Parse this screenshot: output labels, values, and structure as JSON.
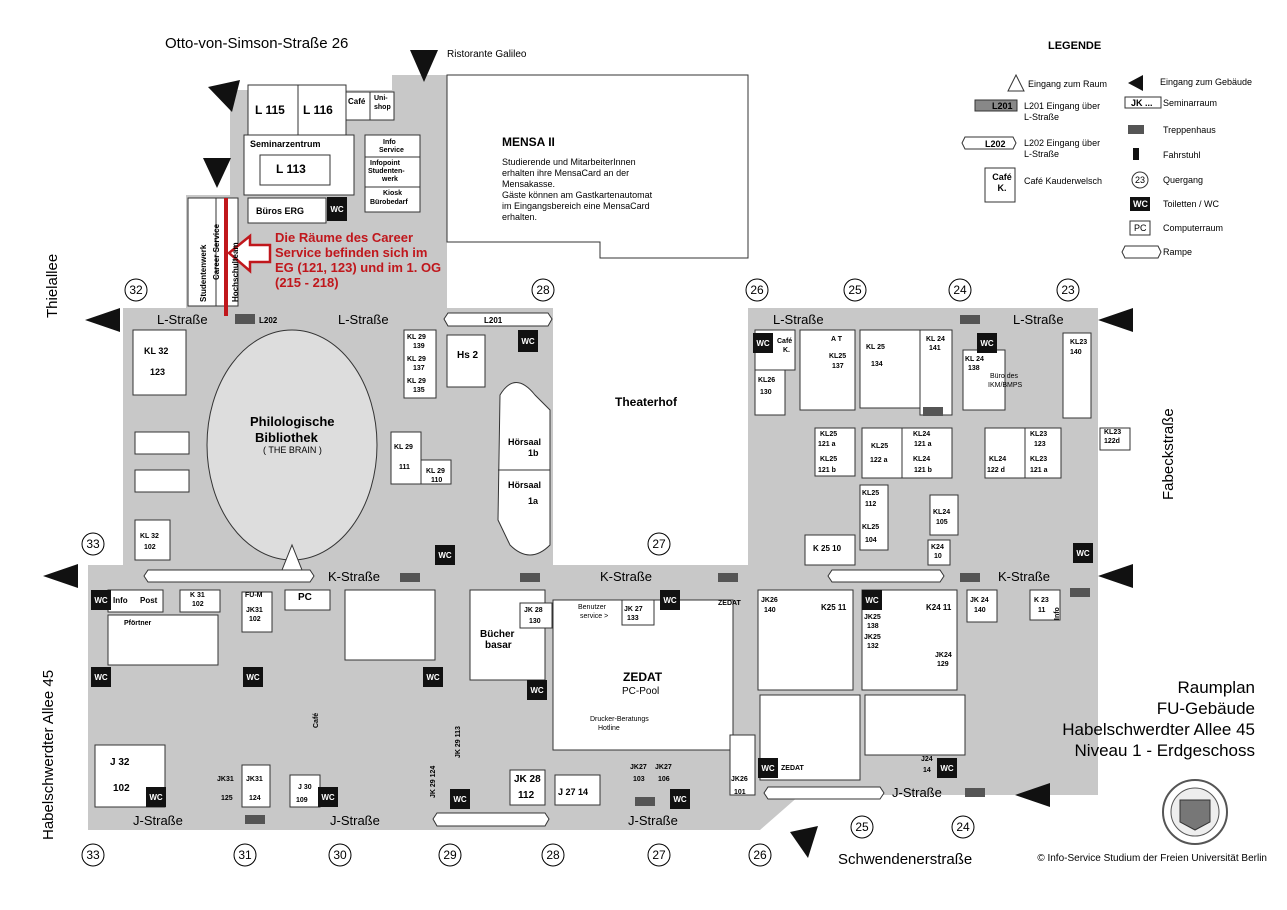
{
  "streets": {
    "top": "Otto-von-Simson-Straße 26",
    "restaurant": "Ristorante Galileo",
    "left_vertical": "Thielallee",
    "left_vertical_2": "Habelschwerdter Allee 45",
    "right_vertical": "Fabeckstraße",
    "bottom": "Schwendenerstraße",
    "l_strasse": "L-Straße",
    "k_strasse": "K-Straße",
    "j_strasse": "J-Straße"
  },
  "title": {
    "line1": "Raumplan",
    "line2": "FU-Gebäude",
    "line3": "Habelschwerdter Allee 45",
    "line4": "Niveau 1 - Erdgeschoss"
  },
  "note": {
    "line1": "Die Räume des Career",
    "line2": "Service befinden sich im",
    "line3": "EG (121, 123) und im 1. OG",
    "line4": "(215 - 218)"
  },
  "mensa": {
    "name": "MENSA II",
    "l1": "Studierende und MitarbeiterInnen",
    "l2": "erhalten ihre MensaCard an der",
    "l3": "Mensakasse.",
    "l4": "Gäste können am Gastkartenautomat",
    "l5": "im Eingangsbereich eine MensaCard",
    "l6": "erhalten."
  },
  "legend": {
    "title": "LEGENDE",
    "raum": "Eingang zum Raum",
    "gebaeude": "Eingang zum Gebäude",
    "l201_tag": "L201",
    "l201": "L201 Eingang über L-Straße",
    "l202_tag": "L202",
    "l202": "L202 Eingang über L-Straße",
    "seminar_tag": "JK ...",
    "seminar": "Seminarraum",
    "treppe": "Treppenhaus",
    "fahrstuhl": "Fahrstuhl",
    "cafe_tag": "Café K.",
    "cafe": "Café Kauderwelsch",
    "quergang_tag": "23",
    "quergang": "Quergang",
    "wc_tag": "WC",
    "wc": "Toiletten / WC",
    "pc_tag": "PC",
    "pc": "Computerraum",
    "rampe": "Rampe"
  },
  "copyright": "© Info-Service Studium der Freien Universität Berlin",
  "quergang_top": [
    "32",
    "28",
    "26",
    "25",
    "24",
    "23"
  ],
  "quergang_mid": [
    "33",
    "27"
  ],
  "quergang_bottom": [
    "33",
    "31",
    "30",
    "29",
    "28",
    "27",
    "26",
    "25",
    "24"
  ],
  "labels": {
    "l115": "L 115",
    "l116": "L 116",
    "cafe": "Café",
    "unishop1": "Uni-",
    "unishop2": "shop",
    "seminarzentrum": "Seminarzentrum",
    "l113": "L 113",
    "info1": "Info",
    "info2": "Service",
    "infopoint1": "Infopoint",
    "infopoint2": "Studenten-",
    "infopoint3": "werk",
    "kiosk1": "Kiosk",
    "kiosk2": "Bürobedarf",
    "bueros_erg": "Büros ERG",
    "studentenwerk": "Studentenwerk",
    "career": "Career Service",
    "hochschulteam": "Hochschulteam",
    "l202": "L202",
    "l201": "L201",
    "kl32_1": "KL 32",
    "kl32_2": "123",
    "phil1": "Philologische",
    "phil2": "Bibliothek",
    "phil3": "( THE BRAIN )",
    "kl29_139a": "KL 29",
    "kl29_139b": "139",
    "kl29_137a": "KL 29",
    "kl29_137b": "137",
    "kl29_135a": "KL 29",
    "kl29_135b": "135",
    "kl29_111a": "KL 29",
    "kl29_111b": "111",
    "kl29_110a": "KL 29",
    "kl29_110b": "110",
    "hs2": "Hs 2",
    "hs1b_1": "Hörsaal",
    "hs1b_2": "1b",
    "hs1a_1": "Hörsaal",
    "hs1a_2": "1a",
    "theaterhof": "Theaterhof",
    "kl32_102a": "KL 32",
    "kl32_102b": "102",
    "cafek1": "Café",
    "cafek2": "K.",
    "at": "A T",
    "kl25_137a": "KL25",
    "kl25_137b": "137",
    "kl25_134a": "KL 25",
    "kl25_134b": "134",
    "kl24_141a": "KL 24",
    "kl24_141b": "141",
    "kl24_138a": "KL 24",
    "kl24_138b": "138",
    "buero1": "Büro des",
    "buero2": "IKM/BMPS",
    "kl23_140a": "KL23",
    "kl23_140b": "140",
    "kl26_130a": "KL26",
    "kl26_130b": "130",
    "kl25_121a_1": "KL25",
    "kl25_121a_2": "121 a",
    "kl25_121b_1": "KL25",
    "kl25_121b_2": "121 b",
    "kl25_122a_1": "KL25",
    "kl25_122a_2": "122 a",
    "kl24_121a_1": "KL24",
    "kl24_121a_2": "121 a",
    "kl24_121b_1": "KL24",
    "kl24_121b_2": "121 b",
    "kl24_122d_1": "KL24",
    "kl24_122d_2": "122 d",
    "kl23_123a": "KL23",
    "kl23_123b": "123",
    "kl23_121a_1": "KL23",
    "kl23_121a_2": "121 a",
    "kl23_122d_1": "KL23",
    "kl23_122d_2": "122d",
    "kl25_112a": "KL25",
    "kl25_112b": "112",
    "kl25_104a": "KL25",
    "kl25_104b": "104",
    "kl24_105a": "KL24",
    "kl24_105b": "105",
    "k2510": "K 25 10",
    "k24_10a": "K24",
    "k24_10b": "10",
    "info": "Info",
    "post": "Post",
    "pfoertner": "Pförtner",
    "k31_102a": "K 31",
    "k31_102b": "102",
    "fum": "FU-M",
    "jk31_102a": "JK31",
    "jk31_102b": "102",
    "pc": "PC",
    "buecher1": "Bücher",
    "buecher2": "basar",
    "jk28_130a": "JK 28",
    "jk28_130b": "130",
    "benutzer1": "Benutzer",
    "benutzer2": "service >",
    "jk27_133a": "JK 27",
    "jk27_133b": "133",
    "zedat_small": "ZEDAT",
    "zedat": "ZEDAT",
    "pcpool": "PC-Pool",
    "drucker1": "Drucker-Beratungs",
    "drucker2": "Hotline",
    "jk26_140a": "JK26",
    "jk26_140b": "140",
    "k25_11": "K25 11",
    "jk25_138a": "JK25",
    "jk25_138b": "138",
    "jk25_132a": "JK25",
    "jk25_132b": "132",
    "k24_11": "K24 11",
    "jk24_129a": "JK24",
    "jk24_129b": "129",
    "jk24_140a": "JK 24",
    "jk24_140b": "140",
    "k23_11a": "K 23",
    "k23_11b": "11",
    "info_v": "Info",
    "j32a": "J 32",
    "j32b": "102",
    "jk31_125a": "JK31",
    "jk31_125b": "125",
    "jk31_124a": "JK31",
    "jk31_124b": "124",
    "cafe_v": "Café",
    "j30_109a": "J 30",
    "j30_109b": "109",
    "jk29_124": "JK 29 124",
    "jk29_113": "JK 29 113",
    "jk28_112a": "JK 28",
    "jk28_112b": "112",
    "j2714": "J 27 14",
    "jk27_103a": "JK27",
    "jk27_103b": "103",
    "jk27_106a": "JK27",
    "jk27_106b": "106",
    "jk26_101a": "JK26",
    "jk26_101b": "101",
    "zedat2": "ZEDAT",
    "j24_14a": "J24",
    "j24_14b": "14",
    "wc": "WC"
  }
}
